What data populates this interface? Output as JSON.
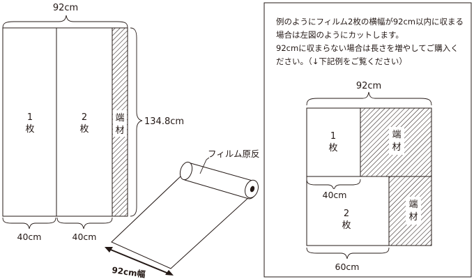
{
  "left": {
    "width_label": "92cm",
    "piece1_label": [
      "1",
      "枚"
    ],
    "piece2_label": [
      "2",
      "枚"
    ],
    "scrap_label": [
      "端",
      "材"
    ],
    "height_label": "134.8cm",
    "bottom_left_label": "40cm",
    "bottom_right_label": "40cm"
  },
  "roll": {
    "label": "フィルム原反",
    "width_label": "92cm幅"
  },
  "panel": {
    "note_lines": [
      "例のようにフィルム2枚の横幅が92cm以内に収まる場合は左図のようにカットします。",
      "92cmに収まらない場合は長さを増やしてご購入ください。（↓下記例をご覧ください）"
    ],
    "width_label": "92cm",
    "piece1_label": [
      "1",
      "枚"
    ],
    "piece2_label": [
      "2",
      "枚"
    ],
    "scrap_top_label": [
      "端",
      "材"
    ],
    "scrap_bottom_label": [
      "端",
      "材"
    ],
    "mid_width_label": "40cm",
    "bottom_width_label": "60cm"
  }
}
